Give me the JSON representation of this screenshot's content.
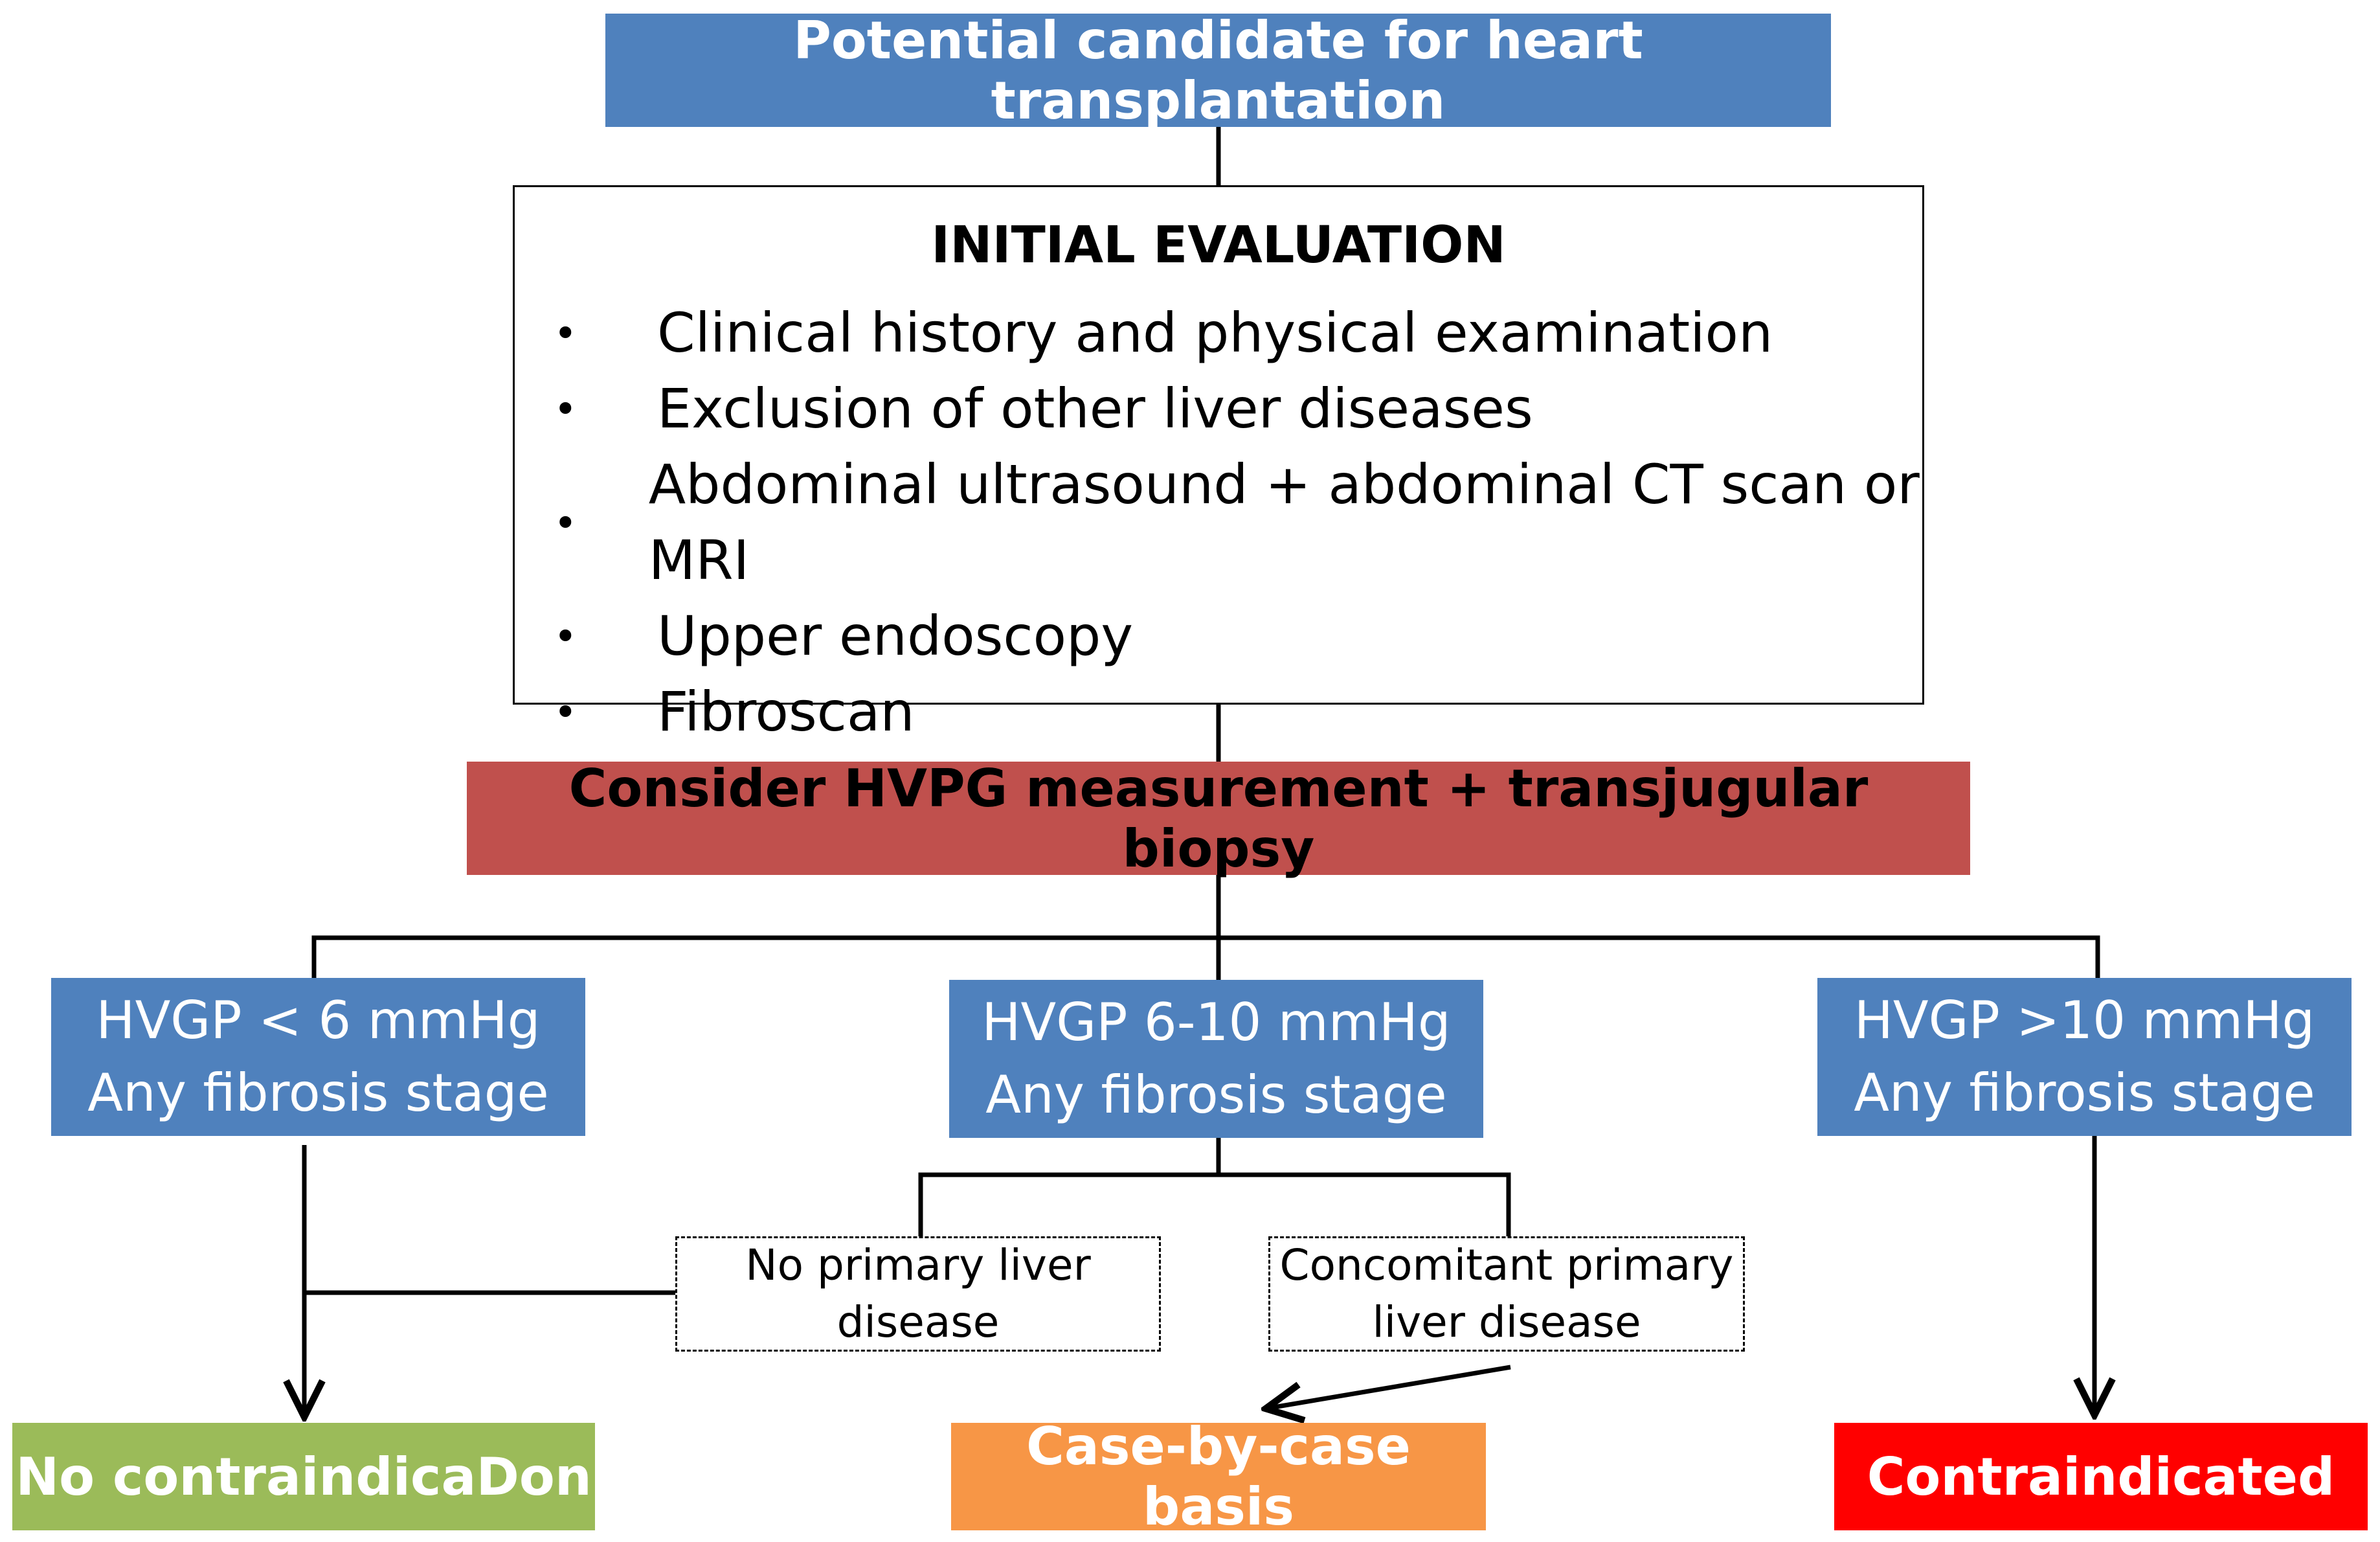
{
  "diagram": {
    "start": "Potential candidate for heart transplantation",
    "initial_evaluation": {
      "title": "INITIAL EVALUATION",
      "bullet": "•",
      "items": [
        "Clinical history and physical examination",
        "Exclusion of other liver diseases",
        "Abdominal ultrasound + abdominal CT scan or MRI",
        "Upper endoscopy",
        "Fibroscan"
      ]
    },
    "hvpg_step": "Consider HVPG measurement + transjugular biopsy",
    "branches": [
      {
        "line1": "HVGP < 6 mmHg",
        "line2": "Any fibrosis stage"
      },
      {
        "line1": "HVGP 6-10 mmHg",
        "line2": "Any fibrosis stage"
      },
      {
        "line1": "HVGP >10 mmHg",
        "line2": "Any fibrosis stage"
      }
    ],
    "sub_branches": [
      {
        "line1": "No primary liver",
        "line2": "disease"
      },
      {
        "line1": "Concomitant primary",
        "line2": "liver disease"
      }
    ],
    "outcomes": [
      {
        "label": "No contraindicaDon",
        "color": "#9bbb59"
      },
      {
        "label": "Case-by-case basis",
        "color": "#f79646"
      },
      {
        "label": "Contraindicated",
        "color": "#ff0000"
      }
    ],
    "colors": {
      "process_blue": "#4f81bd",
      "hvpg_red": "#c0504d",
      "connector": "#000000"
    }
  }
}
